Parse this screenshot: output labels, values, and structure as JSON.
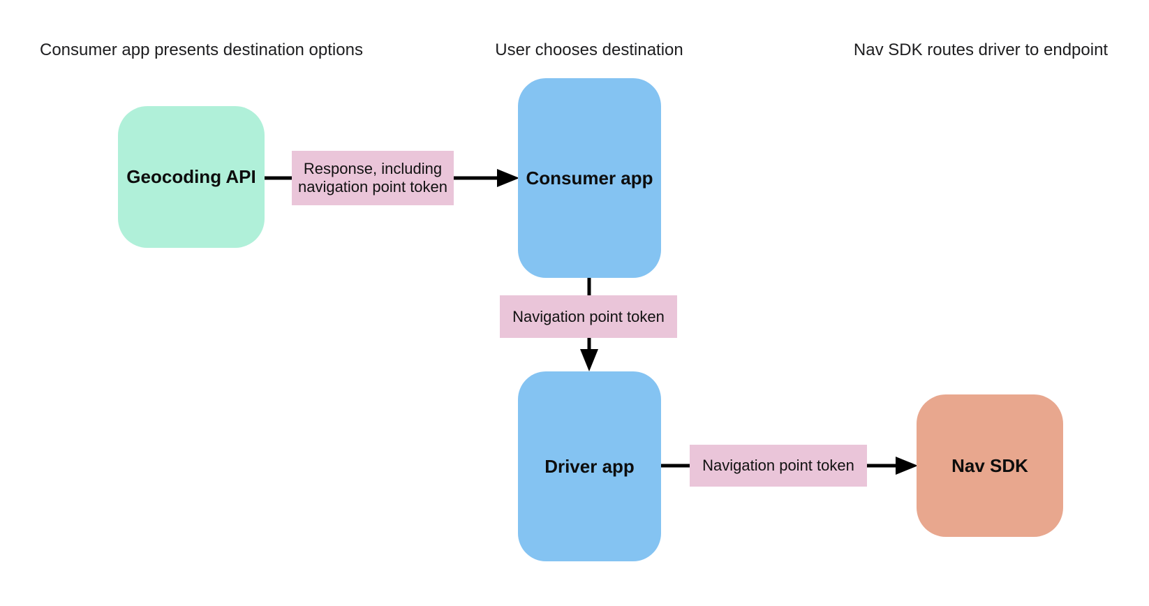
{
  "headers": {
    "stage1": "Consumer app presents destination options",
    "stage2": "User chooses destination",
    "stage3": "Nav SDK routes driver to endpoint"
  },
  "nodes": {
    "geocoding": {
      "label": "Geocoding API",
      "color": "#b0f0d9"
    },
    "consumer": {
      "label": "Consumer app",
      "color": "#84c3f2"
    },
    "driver": {
      "label": "Driver app",
      "color": "#84c3f2"
    },
    "navsdk": {
      "label": "Nav SDK",
      "color": "#e8a78e"
    }
  },
  "edge_labels": {
    "response": {
      "label": "Response, including navigation point token",
      "color": "#eac5d9"
    },
    "token_mid": {
      "label": "Navigation point token",
      "color": "#eac5d9"
    },
    "token_right": {
      "label": "Navigation point token",
      "color": "#eac5d9"
    }
  },
  "arrows": {
    "color": "#000000"
  }
}
